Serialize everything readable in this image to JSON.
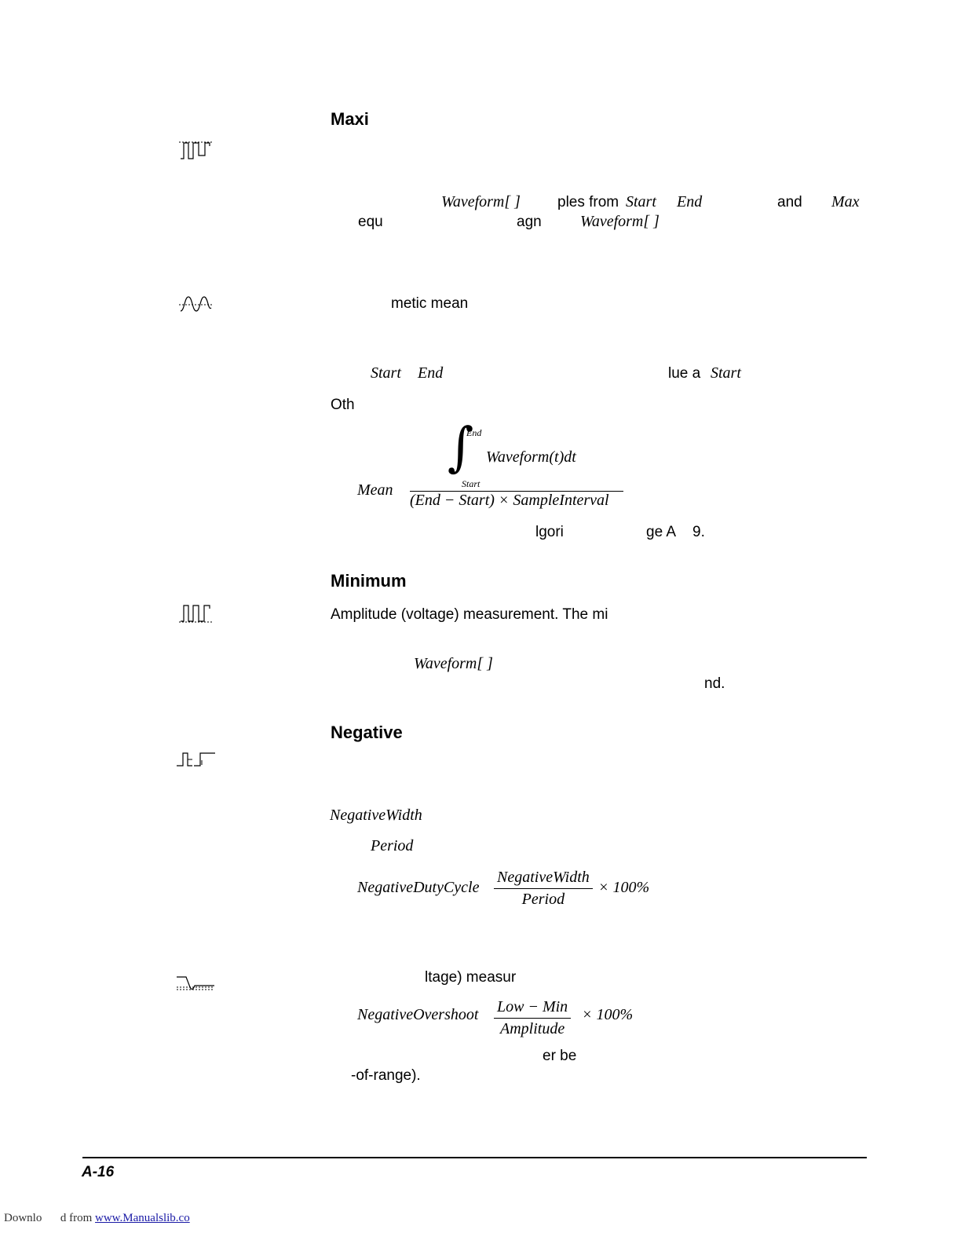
{
  "maximum": {
    "heading": "Maxi",
    "icon": "maximum-waveform-icon",
    "line1": {
      "t1": "Waveform[ ]",
      "t2": "ples from",
      "t3": "Start",
      "t4": "End",
      "t5": "and",
      "t6": "Max"
    },
    "line2": {
      "t1": "equ",
      "t2": "agn",
      "t3": "Waveform[ ]"
    }
  },
  "mean": {
    "icon": "mean-waveform-icon",
    "line1": "metic mean",
    "line2": {
      "t1": "Start",
      "t2": "End",
      "t3": "lue a",
      "t4": "Start"
    },
    "line3": "Oth",
    "formula": {
      "lhs": "Mean",
      "upper_limit": "End",
      "lower_limit": "Start",
      "integral_sign": "∫",
      "integrand": "Waveform(t)dt",
      "denominator": "(End − Start) × SampleInterval"
    },
    "line4": {
      "t1": "lgori",
      "t2": "ge A",
      "t3": "9."
    }
  },
  "minimum": {
    "heading": "Minimum",
    "icon": "minimum-waveform-icon",
    "line1": "Amplitude (voltage) measurement. The mi",
    "line2": "Waveform[ ]",
    "line3": "nd."
  },
  "negative_duty": {
    "heading": "Negative",
    "icon": "negative-duty-cycle-icon",
    "line1": "NegativeWidth",
    "line2": "Period",
    "formula": {
      "lhs": "NegativeDutyCycle",
      "numerator": "NegativeWidth",
      "denominator": "Period",
      "suffix": "× 100%"
    }
  },
  "negative_overshoot": {
    "icon": "negative-overshoot-icon",
    "line1": "ltage) measur",
    "formula": {
      "lhs": "NegativeOvershoot",
      "numerator": "Low − Min",
      "denominator": "Amplitude",
      "suffix": "× 100%"
    },
    "line2": "er be",
    "line3": "-of-range)."
  },
  "footer": {
    "page_number": "A-16",
    "download_prefix": "Downlo",
    "download_mid": "d from",
    "download_link": "www.Manualslib.co"
  }
}
